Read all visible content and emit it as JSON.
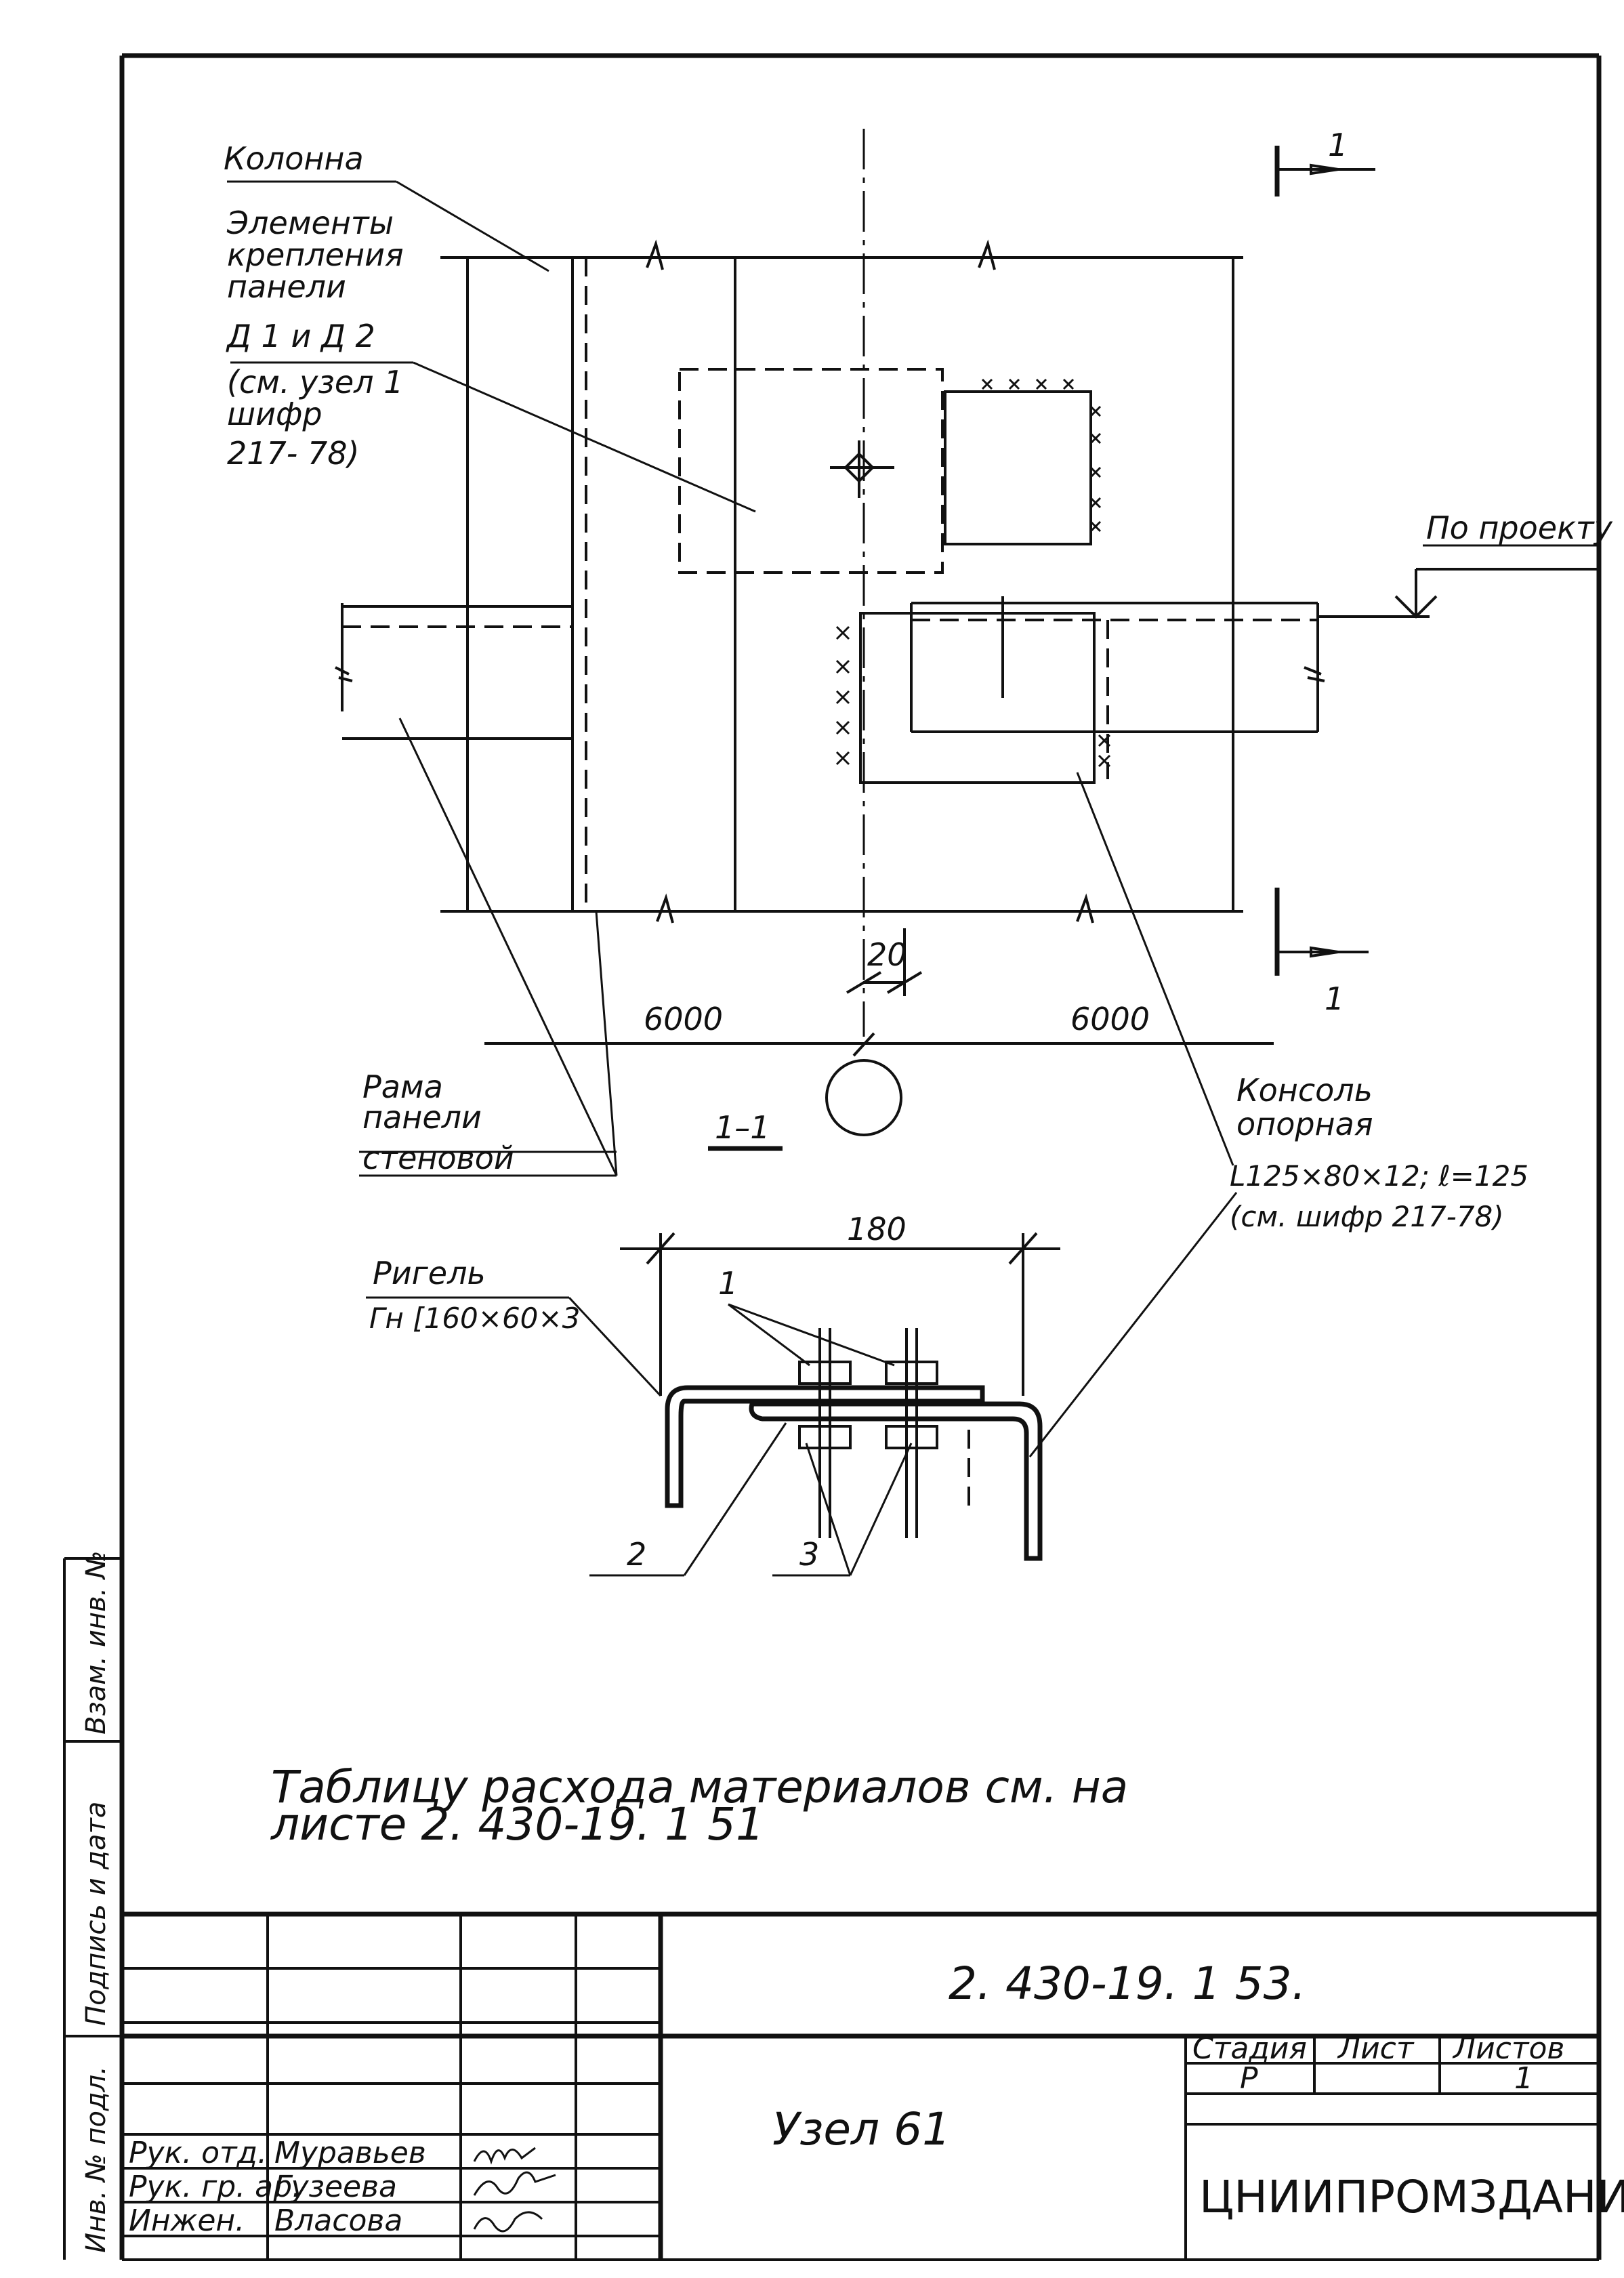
{
  "labels": {
    "column": "Колонна",
    "panel_fix_1": "Элементы",
    "panel_fix_2": "крепления",
    "panel_fix_3": "панели",
    "panel_fix_4": "Д 1 и Д 2",
    "panel_fix_5": "(см. узел 1",
    "panel_fix_6": "шифр",
    "panel_fix_7": "217- 78)",
    "section_mark_top": "1",
    "section_mark_bottom": "1",
    "by_project": "По проекту",
    "dim_20": "20",
    "dim_left": "6000",
    "dim_right": "6000",
    "frame_1": "Рама",
    "frame_2": "панели",
    "frame_3": "стеновой",
    "section_title": "1–1",
    "console_1": "Консоль",
    "console_2": "опорная",
    "console_3": "L125×80×12; ℓ=125",
    "console_4": "(см. шифр 217-78)",
    "dim_180": "180",
    "rigel_1": "Ригель",
    "rigel_2": "Гн [160×60×3",
    "pos_1": "1",
    "pos_2": "2",
    "pos_3": "3"
  },
  "note": {
    "line1": "Таблицу расхода материалов см. на",
    "line2": "листе      2. 430-19. 1  51"
  },
  "title_block": {
    "code": "2. 430-19. 1  53.",
    "drawing_name": "Узел 61",
    "stage_header": "Стадия",
    "sheet_header": "Лист",
    "sheets_header": "Листов",
    "stage_value": "Р",
    "sheets_value": "1",
    "organization": "ЦНИИПРОМЗДАНИЙ",
    "roles": [
      "Рук. отд.",
      "Рук. гр. ар.",
      "Инжен."
    ],
    "names": [
      "Муравьев",
      "Гузеева",
      "Власова"
    ]
  },
  "side_stamp": {
    "inv_orig": "Инв. № подл.",
    "sign_date": "Подпись и дата",
    "replace_inv": "Взам. инв. №"
  }
}
